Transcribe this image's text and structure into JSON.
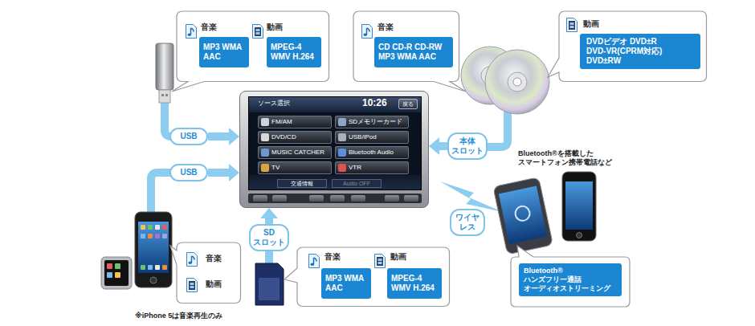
{
  "diagram": {
    "nodes": [
      {
        "text": [
          "音楽",
          "動画"
        ]
      },
      {
        "text": [
          "MP3 WMA AAC"
        ],
        "in": 0
      },
      {
        "text": [
          "MPEG-4 WMV H.264"
        ],
        "in": 0
      },
      {
        "text": [
          "音楽"
        ]
      },
      {
        "text": [
          "CD CD-R CD-RW MP3 WMA AAC"
        ],
        "in": 3
      },
      {
        "text": [
          "動画"
        ]
      },
      {
        "text": [
          "DVDビデオ DVD±R DVD-VR(CPRM対応) DVD±RW"
        ],
        "in": 5
      },
      {
        "text": [
          "ソース選択",
          "10:26"
        ]
      },
      {
        "text": [
          "戻る"
        ],
        "in": 7
      },
      {
        "text": [
          "FM/AM"
        ],
        "in": 7
      },
      {
        "text": [
          "SDメモリーカード"
        ],
        "in": 7
      },
      {
        "text": [
          "DVD/CD"
        ],
        "in": 7
      },
      {
        "text": [
          "USB/iPod"
        ],
        "in": 7
      },
      {
        "text": [
          "MUSIC CATCHER"
        ],
        "in": 7
      },
      {
        "text": [
          "Bluetooth Audio"
        ],
        "in": 7
      },
      {
        "text": [
          "TV"
        ],
        "in": 7
      },
      {
        "text": [
          "VTR"
        ],
        "in": 7
      },
      {
        "text": [
          "交通情報"
        ],
        "in": 7
      },
      {
        "text": [
          "Audio OFF"
        ],
        "in": 7
      },
      {
        "text": [
          "USB"
        ]
      },
      {
        "text": [
          "本体 スロット"
        ]
      },
      {
        "text": [
          "USB"
        ]
      },
      {
        "text": [
          "ワイヤ レス"
        ]
      },
      {
        "text": [
          "SD スロット"
        ]
      },
      {
        "text": [
          "音楽",
          "動画"
        ]
      },
      {
        "text": [
          "音楽",
          "動画"
        ]
      },
      {
        "text": [
          "MP3 WMA AAC"
        ],
        "in": 25
      },
      {
        "text": [
          "MPEG-4 WMV H.264"
        ],
        "in": 25
      },
      {
        "text": [
          "Bluetooth® ハンズフリー通話 オーディオストリーミング"
        ]
      }
    ],
    "edges": [
      {
        "from": 19,
        "to": 7,
        "arrow": "to"
      },
      {
        "from": 21,
        "to": 7,
        "arrow": "to"
      },
      {
        "from": 20,
        "to": 7,
        "arrow": "to"
      },
      {
        "from": 23,
        "to": 7,
        "arrow": "to"
      }
    ],
    "labels": [
      "Bluetooth®を搭載した スマートフォン携帯電話など",
      "※iPhone 5は音楽再生のみ"
    ]
  }
}
